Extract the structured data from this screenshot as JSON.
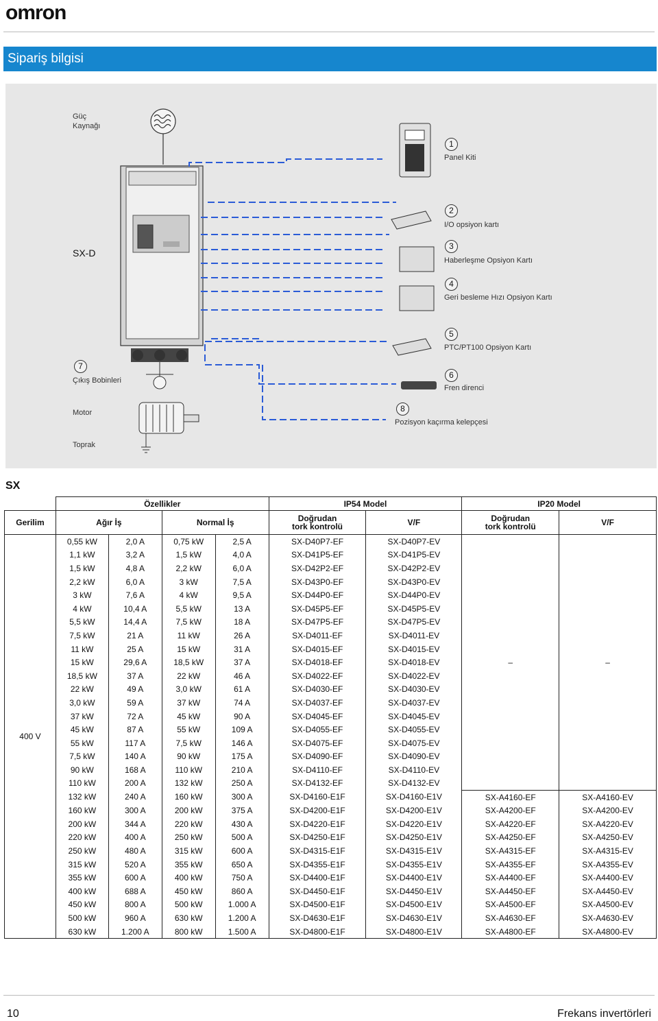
{
  "brand": "omron",
  "header": {
    "title": "Sipariş bilgisi"
  },
  "diagram": {
    "power": "Güç\nKaynağı",
    "device": "SX-D",
    "output_coils": "Çıkış Bobinleri",
    "motor": "Motor",
    "ground": "Toprak",
    "items": [
      {
        "num": "1",
        "label": "Panel Kiti"
      },
      {
        "num": "2",
        "label": "I/O opsiyon kartı"
      },
      {
        "num": "3",
        "label": "Haberleşme Opsiyon Kartı"
      },
      {
        "num": "4",
        "label": "Geri besleme Hızı Opsiyon Kartı"
      },
      {
        "num": "5",
        "label": "PTC/PT100 Opsiyon Kartı"
      },
      {
        "num": "6",
        "label": "Fren direnci"
      },
      {
        "num": "7",
        "label": ""
      },
      {
        "num": "8",
        "label": "Pozisyon kaçırma kelepçesi"
      }
    ]
  },
  "section_title": "SX",
  "table": {
    "h_specs": "Özellikler",
    "h_ip54": "IP54 Model",
    "h_ip20": "IP20 Model",
    "h_voltage": "Gerilim",
    "h_heavy": "Ağır İş",
    "h_normal": "Normal İş",
    "h_dtc": "Doğrudan\ntork kontrolü",
    "h_vf": "V/F",
    "voltage": "400 V",
    "dash": "–",
    "rows": [
      [
        "0,55 kW",
        "2,0 A",
        "0,75 kW",
        "2,5 A",
        "SX-D40P7-EF",
        "SX-D40P7-EV",
        "",
        ""
      ],
      [
        "1,1 kW",
        "3,2 A",
        "1,5 kW",
        "4,0 A",
        "SX-D41P5-EF",
        "SX-D41P5-EV",
        "",
        ""
      ],
      [
        "1,5 kW",
        "4,8 A",
        "2,2 kW",
        "6,0 A",
        "SX-D42P2-EF",
        "SX-D42P2-EV",
        "",
        ""
      ],
      [
        "2,2 kW",
        "6,0 A",
        "3 kW",
        "7,5 A",
        "SX-D43P0-EF",
        "SX-D43P0-EV",
        "",
        ""
      ],
      [
        "3 kW",
        "7,6 A",
        "4 kW",
        "9,5 A",
        "SX-D44P0-EF",
        "SX-D44P0-EV",
        "",
        ""
      ],
      [
        "4 kW",
        "10,4 A",
        "5,5 kW",
        "13 A",
        "SX-D45P5-EF",
        "SX-D45P5-EV",
        "",
        ""
      ],
      [
        "5,5 kW",
        "14,4 A",
        "7,5 kW",
        "18 A",
        "SX-D47P5-EF",
        "SX-D47P5-EV",
        "",
        ""
      ],
      [
        "7,5 kW",
        "21 A",
        "11 kW",
        "26 A",
        "SX-D4011-EF",
        "SX-D4011-EV",
        "",
        ""
      ],
      [
        "11 kW",
        "25 A",
        "15 kW",
        "31 A",
        "SX-D4015-EF",
        "SX-D4015-EV",
        "",
        ""
      ],
      [
        "15 kW",
        "29,6 A",
        "18,5 kW",
        "37 A",
        "SX-D4018-EF",
        "SX-D4018-EV",
        "",
        ""
      ],
      [
        "18,5 kW",
        "37 A",
        "22 kW",
        "46 A",
        "SX-D4022-EF",
        "SX-D4022-EV",
        "",
        ""
      ],
      [
        "22 kW",
        "49 A",
        "3,0 kW",
        "61 A",
        "SX-D4030-EF",
        "SX-D4030-EV",
        "",
        ""
      ],
      [
        "3,0 kW",
        "59 A",
        "37 kW",
        "74 A",
        "SX-D4037-EF",
        "SX-D4037-EV",
        "",
        ""
      ],
      [
        "37 kW",
        "72 A",
        "45 kW",
        "90 A",
        "SX-D4045-EF",
        "SX-D4045-EV",
        "",
        ""
      ],
      [
        "45 kW",
        "87 A",
        "55 kW",
        "109 A",
        "SX-D4055-EF",
        "SX-D4055-EV",
        "",
        ""
      ],
      [
        "55 kW",
        "117 A",
        "7,5 kW",
        "146 A",
        "SX-D4075-EF",
        "SX-D4075-EV",
        "",
        ""
      ],
      [
        "7,5 kW",
        "140 A",
        "90 kW",
        "175 A",
        "SX-D4090-EF",
        "SX-D4090-EV",
        "",
        ""
      ],
      [
        "90 kW",
        "168 A",
        "110 kW",
        "210 A",
        "SX-D4110-EF",
        "SX-D4110-EV",
        "",
        ""
      ],
      [
        "110 kW",
        "200 A",
        "132 kW",
        "250 A",
        "SX-D4132-EF",
        "SX-D4132-EV",
        "",
        ""
      ],
      [
        "132 kW",
        "240 A",
        "160 kW",
        "300 A",
        "SX-D4160-E1F",
        "SX-D4160-E1V",
        "SX-A4160-EF",
        "SX-A4160-EV"
      ],
      [
        "160 kW",
        "300 A",
        "200 kW",
        "375 A",
        "SX-D4200-E1F",
        "SX-D4200-E1V",
        "SX-A4200-EF",
        "SX-A4200-EV"
      ],
      [
        "200 kW",
        "344 A",
        "220 kW",
        "430 A",
        "SX-D4220-E1F",
        "SX-D4220-E1V",
        "SX-A4220-EF",
        "SX-A4220-EV"
      ],
      [
        "220 kW",
        "400 A",
        "250 kW",
        "500 A",
        "SX-D4250-E1F",
        "SX-D4250-E1V",
        "SX-A4250-EF",
        "SX-A4250-EV"
      ],
      [
        "250 kW",
        "480 A",
        "315 kW",
        "600 A",
        "SX-D4315-E1F",
        "SX-D4315-E1V",
        "SX-A4315-EF",
        "SX-A4315-EV"
      ],
      [
        "315 kW",
        "520 A",
        "355 kW",
        "650 A",
        "SX-D4355-E1F",
        "SX-D4355-E1V",
        "SX-A4355-EF",
        "SX-A4355-EV"
      ],
      [
        "355 kW",
        "600 A",
        "400 kW",
        "750 A",
        "SX-D4400-E1F",
        "SX-D4400-E1V",
        "SX-A4400-EF",
        "SX-A4400-EV"
      ],
      [
        "400 kW",
        "688 A",
        "450 kW",
        "860 A",
        "SX-D4450-E1F",
        "SX-D4450-E1V",
        "SX-A4450-EF",
        "SX-A4450-EV"
      ],
      [
        "450 kW",
        "800 A",
        "500 kW",
        "1.000 A",
        "SX-D4500-E1F",
        "SX-D4500-E1V",
        "SX-A4500-EF",
        "SX-A4500-EV"
      ],
      [
        "500 kW",
        "960 A",
        "630 kW",
        "1.200 A",
        "SX-D4630-E1F",
        "SX-D4630-E1V",
        "SX-A4630-EF",
        "SX-A4630-EV"
      ],
      [
        "630 kW",
        "1.200 A",
        "800 kW",
        "1.500 A",
        "SX-D4800-E1F",
        "SX-D4800-E1V",
        "SX-A4800-EF",
        "SX-A4800-EV"
      ]
    ]
  },
  "footer": {
    "page": "10",
    "title": "Frekans invertörleri"
  }
}
